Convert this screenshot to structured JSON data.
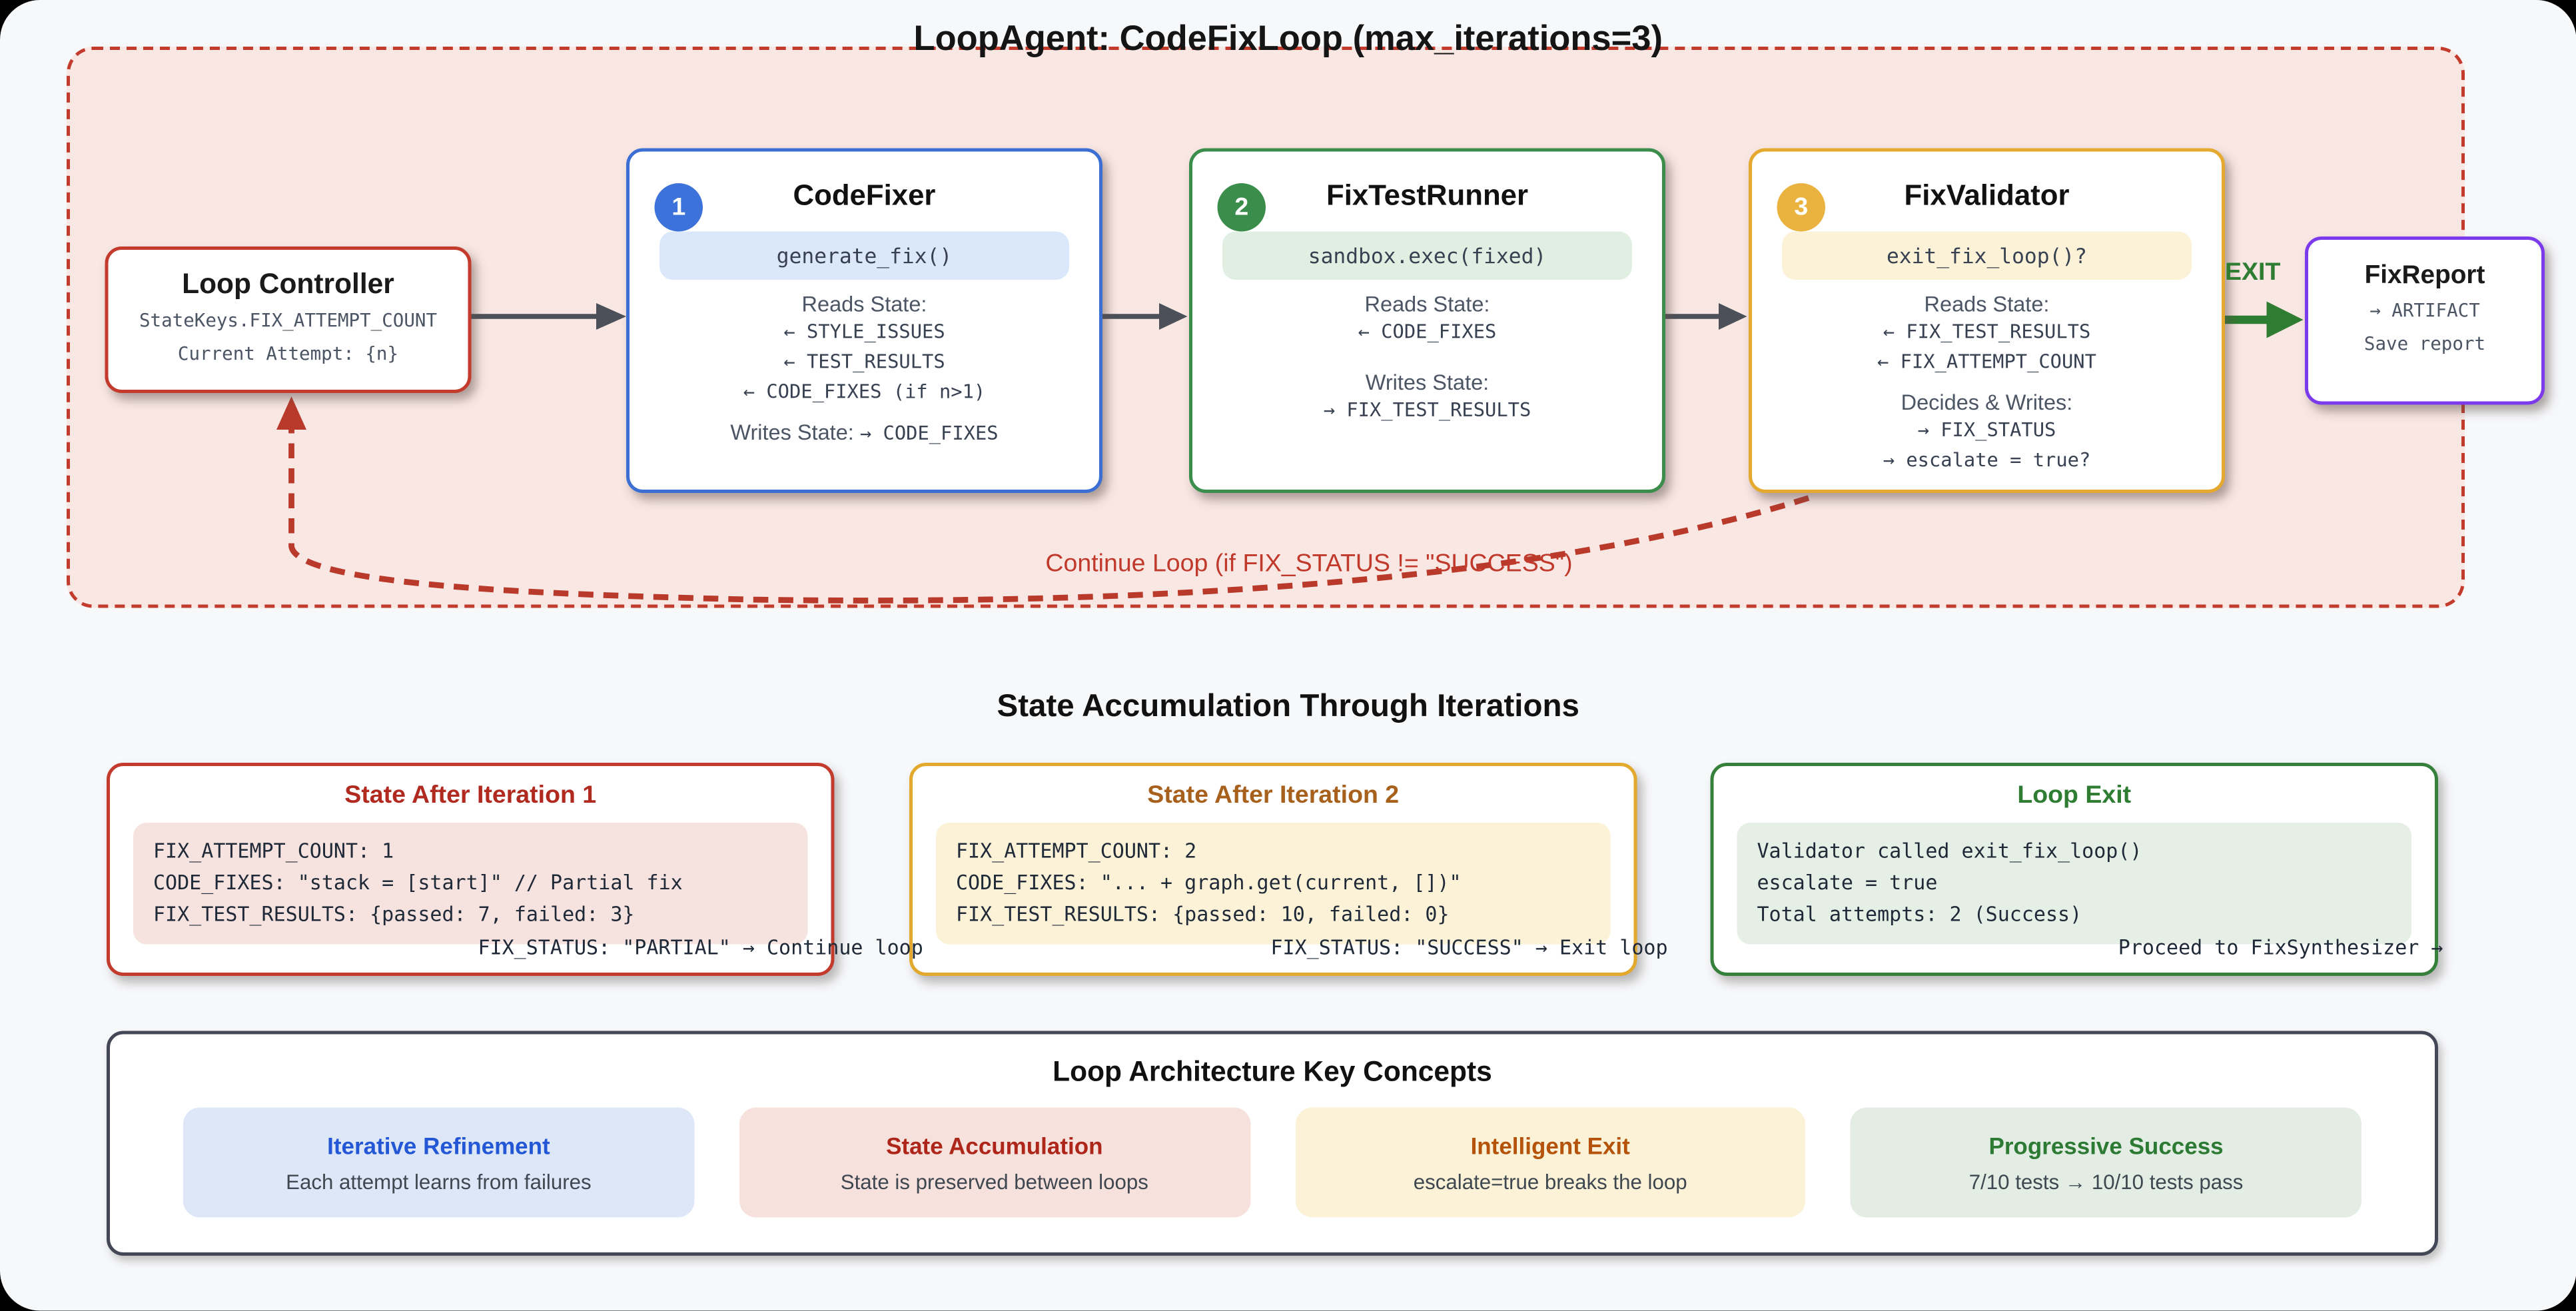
{
  "colors": {
    "loop_border": "#c33b2c",
    "loop_bg": "#f9e7e4",
    "blue": "#3c6fd3",
    "green": "#3a8d4a",
    "amber": "#eab340",
    "purple": "#7c3aed",
    "exit_green": "#2e7d32",
    "continue_red": "#c0392b",
    "arrow_gray": "#4b5059",
    "page_bg": "#f7f8fa"
  },
  "loop_container": {
    "title": "LoopAgent: CodeFixLoop (max_iterations=3)",
    "continue_label": "Continue Loop (if FIX_STATUS != \"SUCCESS\")",
    "exit_label": "EXIT"
  },
  "loop_controller": {
    "title": "Loop Controller",
    "line1": "StateKeys.FIX_ATTEMPT_COUNT",
    "line2": "Current Attempt: {n}"
  },
  "agents": {
    "codefixer": {
      "number": "1",
      "title": "CodeFixer",
      "code": "generate_fix()",
      "reads_label": "Reads State:",
      "reads": [
        "← STYLE_ISSUES",
        "← TEST_RESULTS",
        "← CODE_FIXES (if n>1)"
      ],
      "writes_label": "Writes State:",
      "writes_inline": "→ CODE_FIXES"
    },
    "fixtestrunner": {
      "number": "2",
      "title": "FixTestRunner",
      "code": "sandbox.exec(fixed)",
      "reads_label": "Reads State:",
      "reads": [
        "← CODE_FIXES"
      ],
      "writes_label": "Writes State:",
      "writes": [
        "→ FIX_TEST_RESULTS"
      ]
    },
    "fixvalidator": {
      "number": "3",
      "title": "FixValidator",
      "code": "exit_fix_loop()?",
      "reads_label": "Reads State:",
      "reads": [
        "← FIX_TEST_RESULTS",
        "← FIX_ATTEMPT_COUNT"
      ],
      "writes_label": "Decides & Writes:",
      "writes": [
        "→ FIX_STATUS",
        "→ escalate = true?"
      ]
    }
  },
  "fixreport": {
    "title": "FixReport",
    "lines": [
      "→ ARTIFACT",
      "Save report"
    ]
  },
  "state_section": {
    "title": "State Accumulation Through Iterations",
    "boxes": [
      {
        "title": "State After Iteration 1",
        "code": [
          "FIX_ATTEMPT_COUNT: 1",
          "CODE_FIXES: \"stack = [start]\" // Partial fix",
          "FIX_TEST_RESULTS: {passed: 7, failed: 3}"
        ],
        "overflow": "FIX_STATUS: \"PARTIAL\" → Continue loop"
      },
      {
        "title": "State After Iteration 2",
        "code": [
          "FIX_ATTEMPT_COUNT: 2",
          "CODE_FIXES: \"... + graph.get(current, [])\"",
          "FIX_TEST_RESULTS: {passed: 10, failed: 0}"
        ],
        "overflow": "FIX_STATUS: \"SUCCESS\" → Exit loop"
      },
      {
        "title": "Loop Exit",
        "code": [
          "Validator called exit_fix_loop()",
          "escalate = true",
          "Total attempts: 2 (Success)"
        ],
        "overflow": "Proceed to FixSynthesizer →"
      }
    ]
  },
  "concepts": {
    "title": "Loop Architecture Key Concepts",
    "cards": [
      {
        "title": "Iterative Refinement",
        "desc": "Each attempt learns from failures"
      },
      {
        "title": "State Accumulation",
        "desc": "State is preserved between loops"
      },
      {
        "title": "Intelligent Exit",
        "desc": "escalate=true breaks the loop"
      },
      {
        "title": "Progressive Success",
        "desc": "7/10 tests → 10/10 tests pass"
      }
    ]
  }
}
